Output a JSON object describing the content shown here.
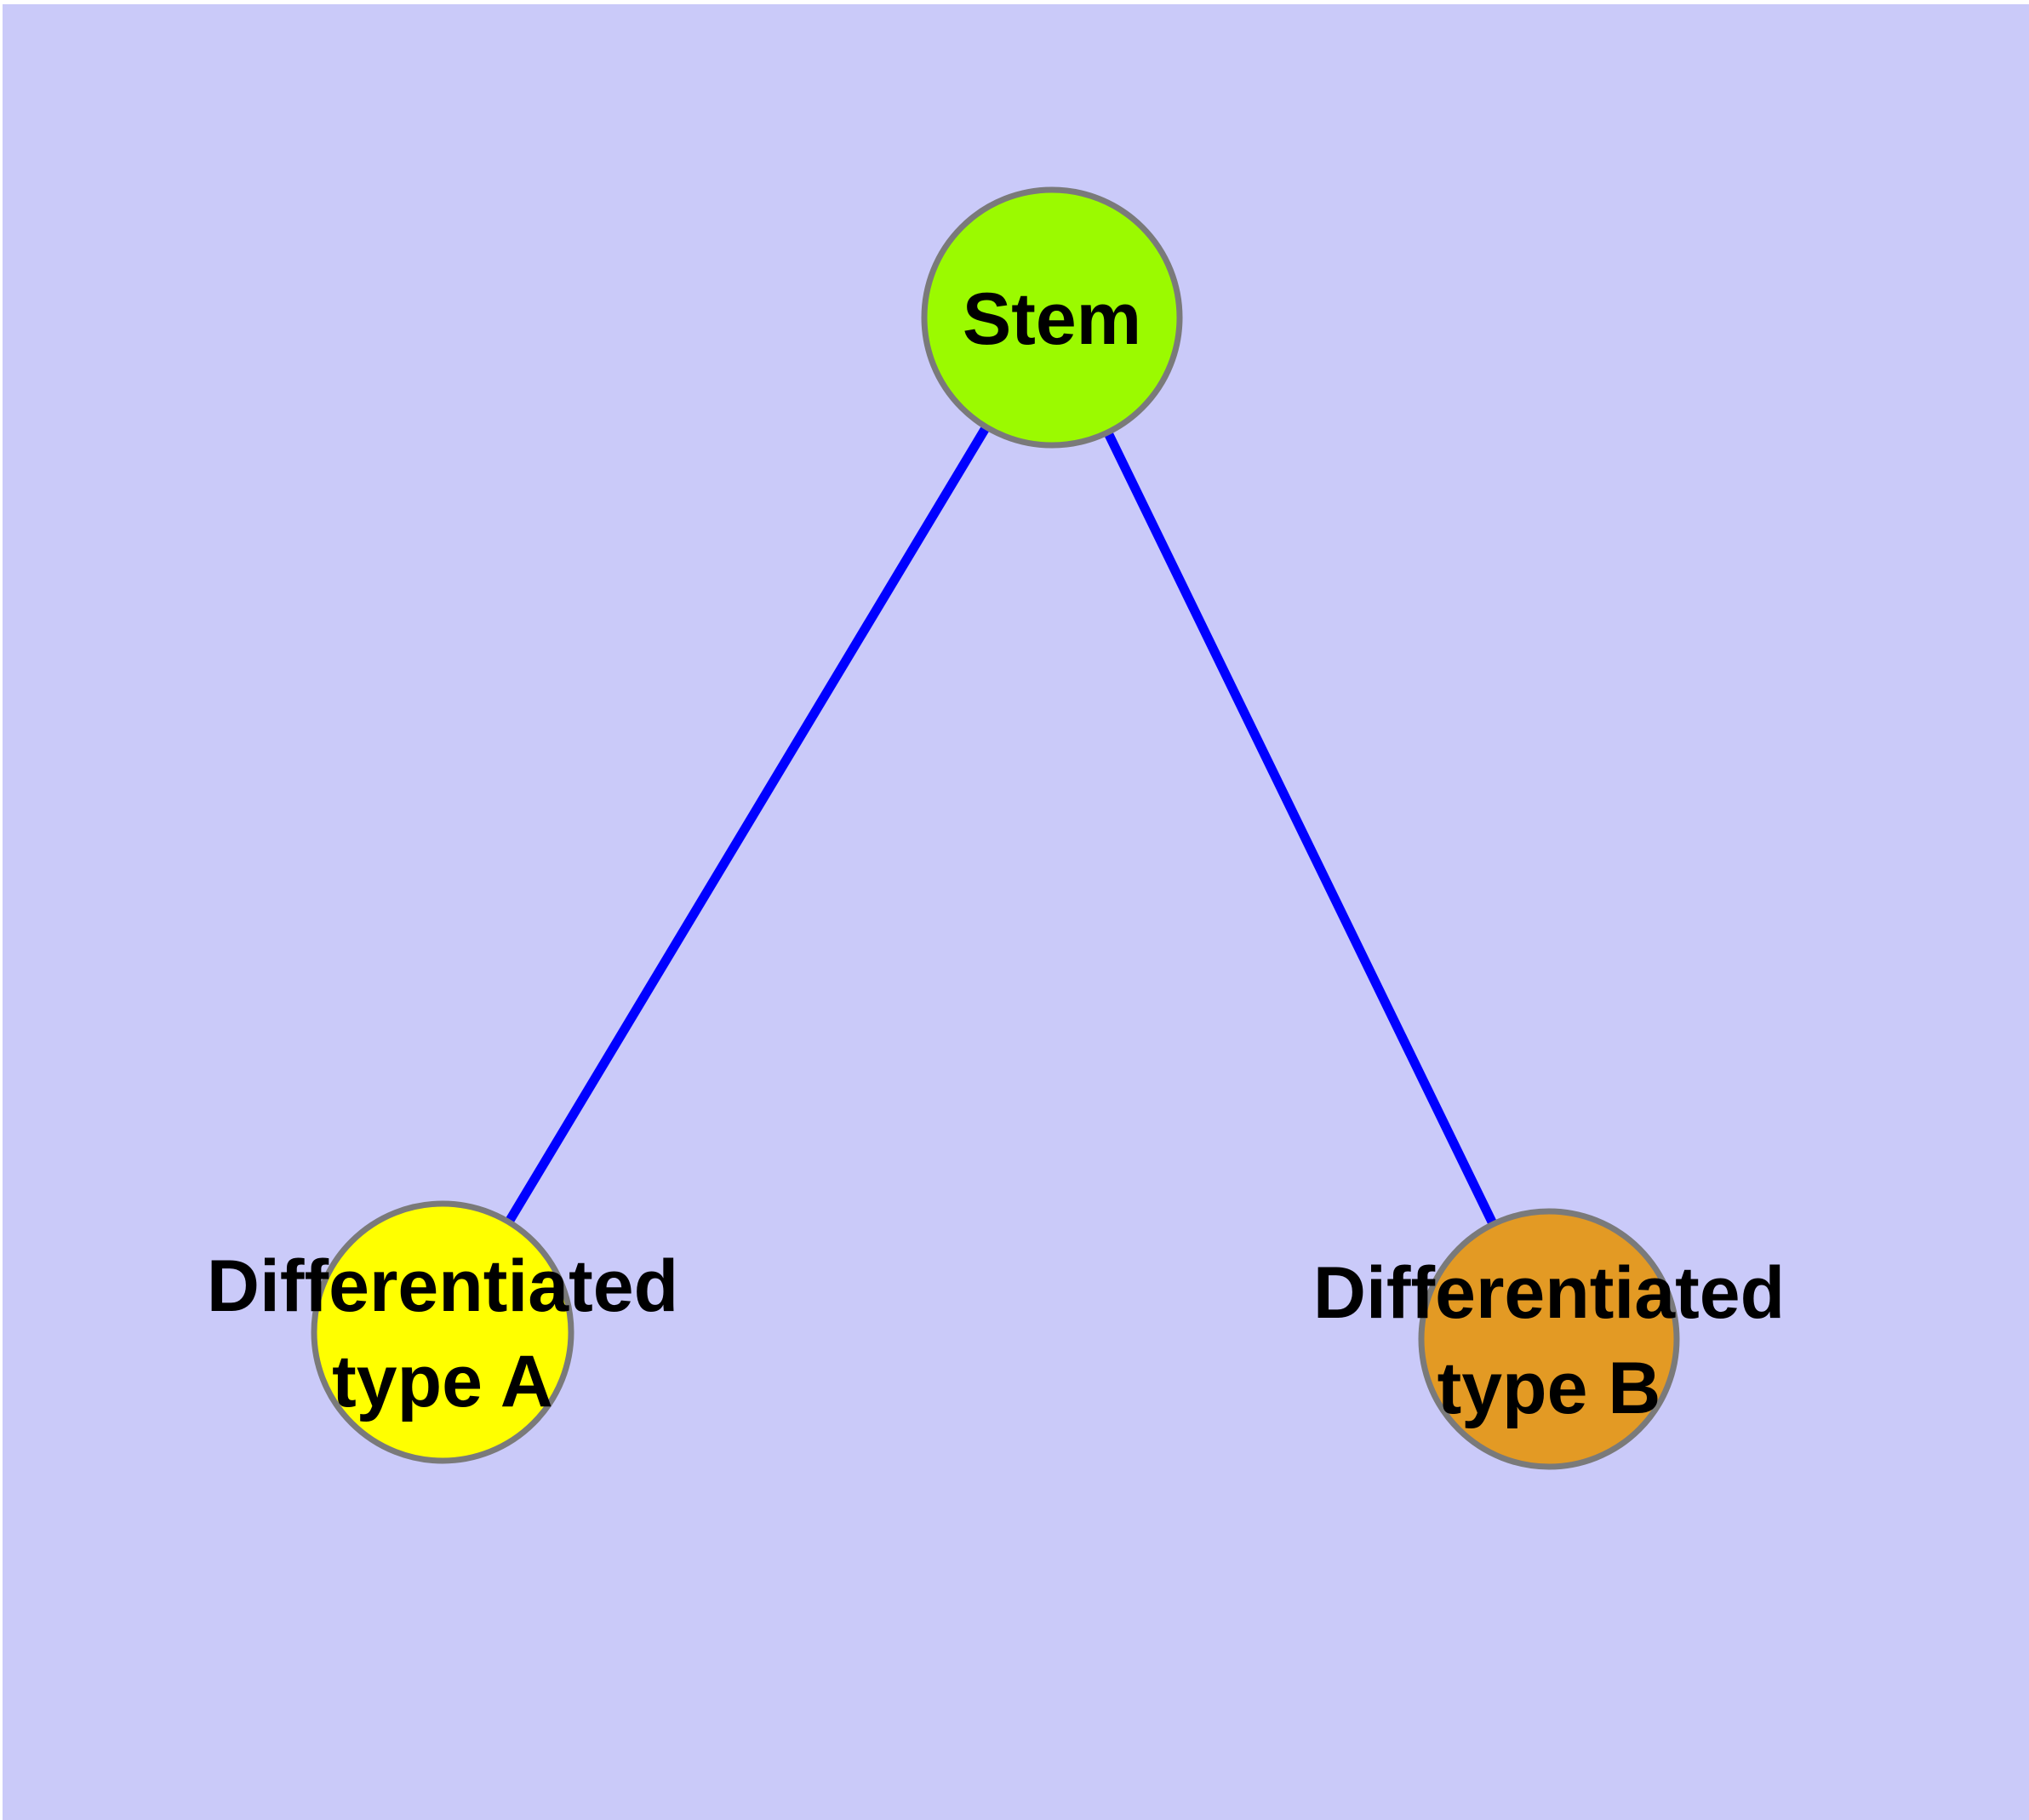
{
  "diagram": {
    "type": "node-link-graph",
    "description": "Stem cell differentiation diagram: one stem node connected to two differentiated cell type nodes",
    "background_color": "#CACAF9",
    "margin_color": "#FFFFFF",
    "node_border_color": "#7A7A7A",
    "label_color": "#000000",
    "nodes": [
      {
        "id": "stem",
        "label": "Stem",
        "lines": [
          "Stem"
        ],
        "fill": "#9BFA00"
      },
      {
        "id": "differentiated-type-a",
        "label": "Differentiated type A",
        "lines": [
          "Differentiated",
          "type A"
        ],
        "fill": "#FFFF00"
      },
      {
        "id": "differentiated-type-b",
        "label": "Differentiated type B",
        "lines": [
          "Differentiated",
          "type B"
        ],
        "fill": "#E39A24"
      }
    ],
    "edges": [
      {
        "from": "stem",
        "to": "differentiated-type-a",
        "color": "#0000FF"
      },
      {
        "from": "stem",
        "to": "differentiated-type-b",
        "color": "#0000FF"
      }
    ]
  }
}
